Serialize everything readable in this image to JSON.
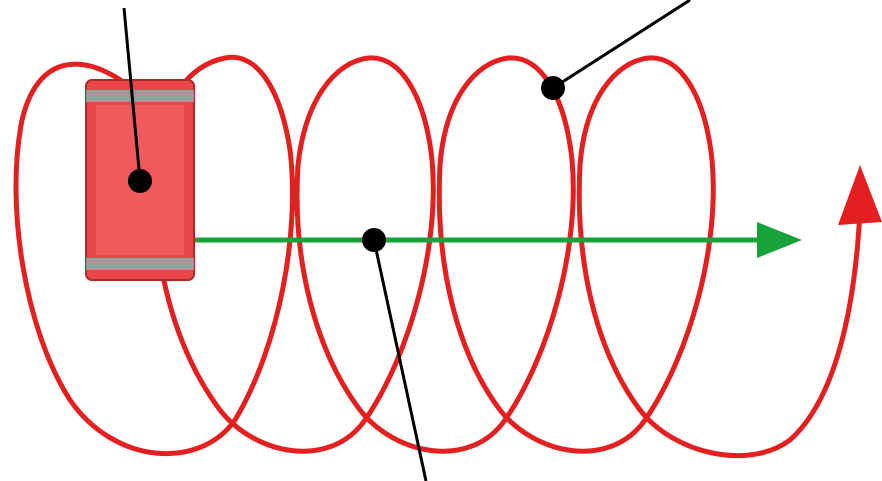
{
  "diagram": {
    "colors": {
      "background": "#ffffff",
      "helix": "#e41f1f",
      "block": "#e8464a",
      "block_band": "#9b9b9b",
      "axis_arrow": "#17a23a",
      "leader": "#000000"
    },
    "parts": [
      "helix",
      "moving-block",
      "axis-arrow",
      "direction-arrow",
      "leader-lines",
      "point-markers"
    ]
  }
}
